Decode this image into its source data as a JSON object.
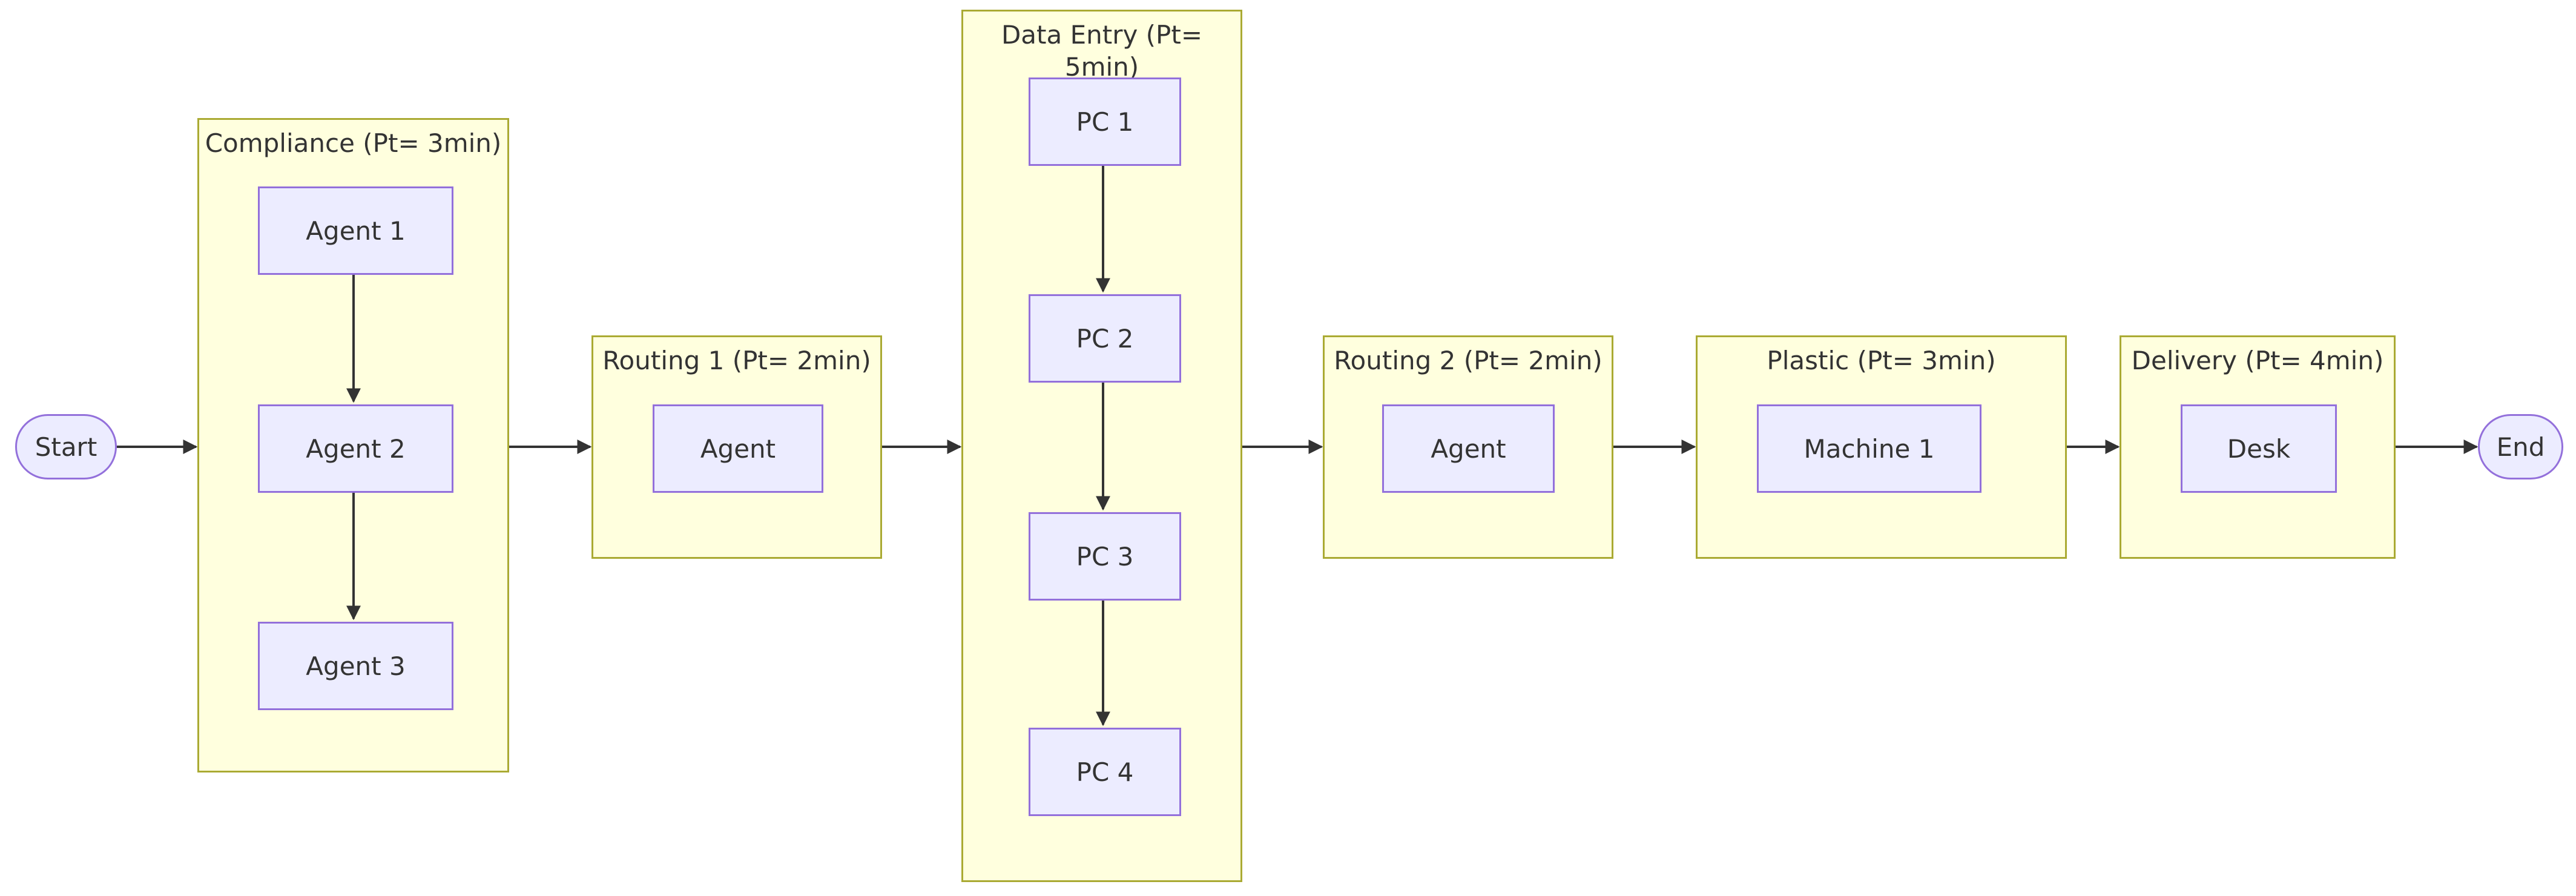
{
  "diagram": {
    "type": "process-flowchart-left-to-right",
    "start": {
      "label": "Start"
    },
    "end": {
      "label": "End"
    },
    "groups": [
      {
        "id": "compliance",
        "title": "Compliance (Pt= 3min)",
        "nodes": [
          "Agent 1",
          "Agent 2",
          "Agent 3"
        ]
      },
      {
        "id": "routing1",
        "title": "Routing 1 (Pt= 2min)",
        "nodes": [
          "Agent"
        ]
      },
      {
        "id": "data_entry",
        "title": "Data Entry (Pt= 5min)",
        "nodes": [
          "PC 1",
          "PC 2",
          "PC 3",
          "PC 4"
        ]
      },
      {
        "id": "routing2",
        "title": "Routing 2 (Pt= 2min)",
        "nodes": [
          "Agent"
        ]
      },
      {
        "id": "plastic",
        "title": "Plastic (Pt= 3min)",
        "nodes": [
          "Machine 1"
        ]
      },
      {
        "id": "delivery",
        "title": "Delivery (Pt= 4min)",
        "nodes": [
          "Desk"
        ]
      }
    ],
    "edges": [
      {
        "from": "Start",
        "to": "Compliance (Pt= 3min)"
      },
      {
        "from": "Agent 1",
        "to": "Agent 2"
      },
      {
        "from": "Agent 2",
        "to": "Agent 3"
      },
      {
        "from": "Compliance (Pt= 3min)",
        "to": "Routing 1 (Pt= 2min)"
      },
      {
        "from": "Routing 1 (Pt= 2min)",
        "to": "Data Entry (Pt= 5min)"
      },
      {
        "from": "PC 1",
        "to": "PC 2"
      },
      {
        "from": "PC 2",
        "to": "PC 3"
      },
      {
        "from": "PC 3",
        "to": "PC 4"
      },
      {
        "from": "Data Entry (Pt= 5min)",
        "to": "Routing 2 (Pt= 2min)"
      },
      {
        "from": "Routing 2 (Pt= 2min)",
        "to": "Plastic (Pt= 3min)"
      },
      {
        "from": "Plastic (Pt= 3min)",
        "to": "Delivery (Pt= 4min)"
      },
      {
        "from": "Delivery (Pt= 4min)",
        "to": "End"
      }
    ],
    "colors": {
      "node_fill": "#ECECFF",
      "node_border": "#9370DB",
      "group_fill": "#FFFFDE",
      "group_border": "#AAAA33",
      "edge": "#333333",
      "text": "#333333",
      "background": "#FFFFFF"
    }
  }
}
